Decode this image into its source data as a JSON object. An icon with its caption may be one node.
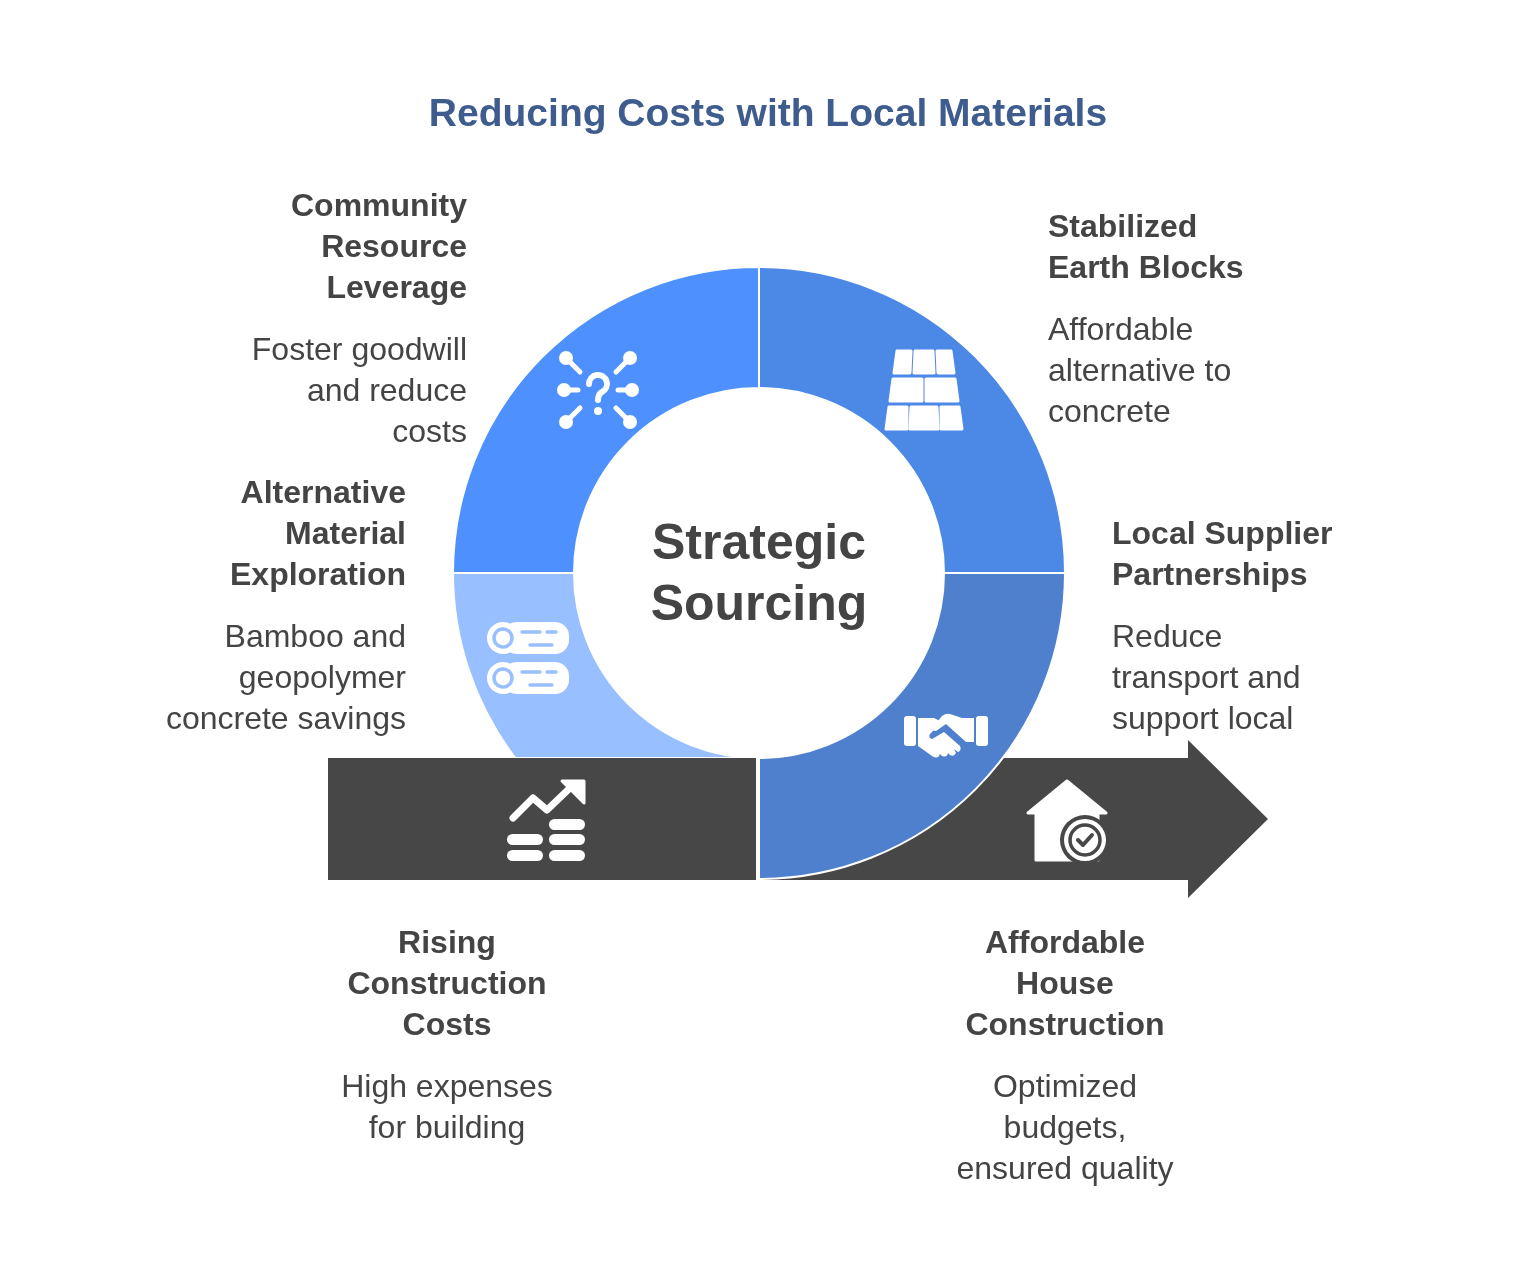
{
  "diagram": {
    "title": "Reducing Costs with Local Materials",
    "nodes": [
      {
        "text": [
          "Community Resource Leverage",
          "Foster goodwill and reduce costs"
        ]
      },
      {
        "text": [
          "Stabilized Earth Blocks",
          "Affordable alternative to concrete"
        ]
      },
      {
        "text": [
          "Alternative Material Exploration",
          "Bamboo and geopolymer concrete savings"
        ]
      },
      {
        "text": [
          "Strategic Sourcing"
        ]
      },
      {
        "text": [
          "Local Supplier Partnerships",
          "Reduce transport and support local"
        ]
      },
      {
        "text": [
          "Rising Construction Costs",
          "High expenses for building"
        ]
      },
      {
        "text": [
          "Affordable House Construction",
          "Optimized budgets, ensured quality"
        ]
      }
    ]
  }
}
